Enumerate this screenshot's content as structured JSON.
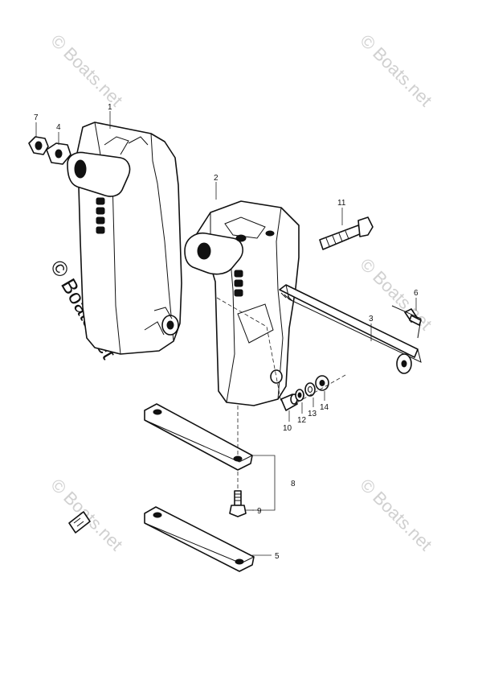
{
  "watermark": {
    "text": "© Boats.net"
  },
  "callouts": {
    "c1": "1",
    "c2": "2",
    "c3": "3",
    "c4": "4",
    "c5": "5",
    "c6": "6",
    "c7": "7",
    "c8": "8",
    "c9": "9",
    "c10": "10",
    "c11": "11",
    "c12": "12",
    "c13": "13",
    "c14": "14"
  },
  "colors": {
    "line": "#111111",
    "watermark": "#d0d0d0"
  },
  "icons": {
    "front_indicator": "front-arrow-icon"
  }
}
